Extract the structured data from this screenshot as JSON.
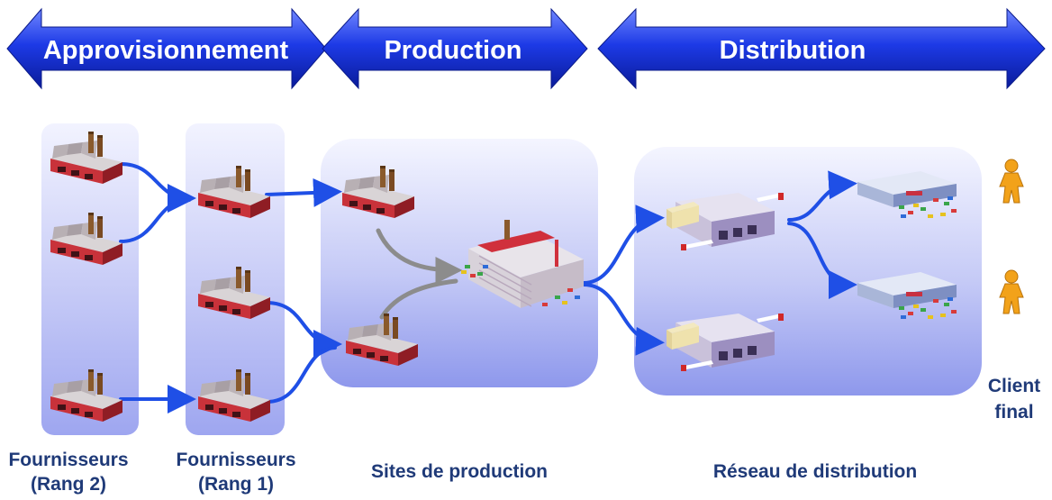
{
  "phases": {
    "supply": "Approvisionnement",
    "production": "Production",
    "distribution": "Distribution"
  },
  "captions": {
    "rank2_line1": "Fournisseurs",
    "rank2_line2": "(Rang 2)",
    "rank1_line1": "Fournisseurs",
    "rank1_line2": "(Rang 1)",
    "sites": "Sites de production",
    "network": "Réseau de distribution",
    "client_line1": "Client",
    "client_line2": "final"
  },
  "colors": {
    "phase_arrow": "#1a32e0",
    "flow_arrow": "#1f4fe6",
    "assembly_arrow": "#8c8c8c",
    "panel": "#b9bff2",
    "caption": "#1f3a78",
    "person": "#f2a21a"
  },
  "icons": {
    "supplier": "factory-icon",
    "assembly": "assembly-plant-icon",
    "warehouse": "warehouse-icon",
    "store": "retail-store-icon",
    "client": "person-icon"
  }
}
